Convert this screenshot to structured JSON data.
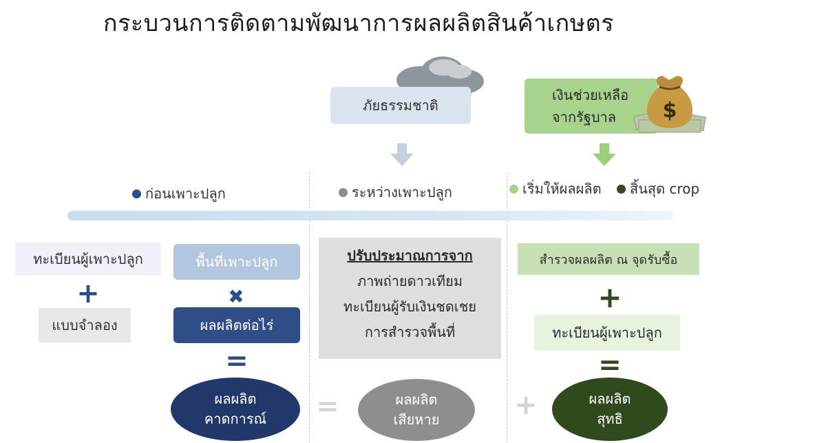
{
  "title": "กระบวนการติดตามพัฒนาการผลผลิตสินค้าเกษตร",
  "top": {
    "disaster": "ภัยธรรมชาติ",
    "gov_aid_line1": "เงินช่วยเหลือ",
    "gov_aid_line2": "จากรัฐบาล"
  },
  "stages": {
    "before": "ก่อนเพาะปลูก",
    "during": "ระหว่างเพาะปลูก",
    "yield_start": "เริ่มให้ผลผลิต",
    "end": "สิ้นสุด crop"
  },
  "col1": {
    "registry": "ทะเบียนผู้เพาะปลูก",
    "model": "แบบจำลอง"
  },
  "col2": {
    "area": "พื้นที่เพาะปลูก",
    "yield_per_rai": "ผลผลิตต่อไร่",
    "forecast_line1": "ผลผลิต",
    "forecast_line2": "คาดการณ์"
  },
  "col3": {
    "heading": "ปรับประมาณการจาก",
    "line1": "ภาพถ่ายดาวเทียม",
    "line2": "ทะเบียนผู้รับเงินชดเชย",
    "line3": "การสำรวจพื้นที่",
    "loss_line1": "ผลผลิต",
    "loss_line2": "เสียหาย"
  },
  "col4": {
    "survey": "สำรวจผลผลิต ณ จุดรับซื้อ",
    "registry": "ทะเบียนผู้เพาะปลูก",
    "net_line1": "ผลผลิต",
    "net_line2": "สุทธิ"
  },
  "symbols": {
    "plus": "+",
    "times": "✖",
    "equals": "="
  },
  "colors": {
    "navy": "#2f4d86",
    "dark_navy": "#22386b",
    "light_blue": "#b3c6e0",
    "gray_box": "#dedede",
    "gray_ellipse": "#8e8e8e",
    "light_green": "#c8e0b6",
    "green": "#8fc46a",
    "dark_green": "#2f4a1c"
  }
}
